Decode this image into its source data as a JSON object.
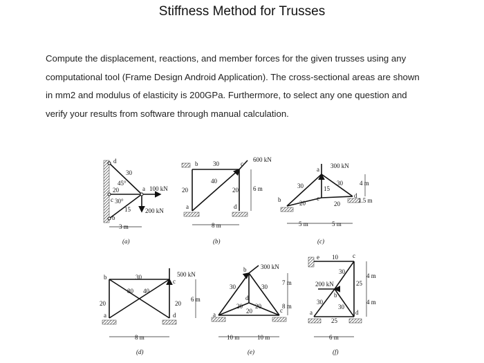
{
  "title": "Stiffness Method for Trusses",
  "paragraph_lines": [
    "Compute the displacement, reactions, and member forces for the given trusses using any",
    "computational tool (Frame Design Android Application). The cross-sectional areas are shown",
    "in mm2 and modulus of elasticity is 200GPa. Furthermore, to select any one question and",
    "verify your results from software through manual calculation."
  ],
  "figures": {
    "a": {
      "caption": "(a)",
      "labels": [
        "d",
        "30",
        "45°",
        "20",
        "a",
        "100 kN",
        "c",
        "30°",
        "15",
        "b",
        "200 kN",
        "3 m"
      ]
    },
    "b": {
      "caption": "(b)",
      "labels": [
        "b",
        "30",
        "c",
        "600 kN",
        "40",
        "20",
        "20",
        "6 m",
        "a",
        "d",
        "8 m"
      ]
    },
    "c": {
      "caption": "(c)",
      "labels": [
        "a",
        "300 kN",
        "30",
        "15",
        "30",
        "4 m",
        "b",
        "20",
        "c",
        "20",
        "d",
        "1.5 m",
        "5 m",
        "5 m"
      ]
    },
    "d": {
      "caption": "(d)",
      "labels": [
        "b",
        "30",
        "500 kN",
        "c",
        "80",
        "40",
        "20",
        "20",
        "6 m",
        "a",
        "d",
        "8 m"
      ]
    },
    "e": {
      "caption": "(e)",
      "labels": [
        "b",
        "300 kN",
        "30",
        "30",
        "7 m",
        "d",
        "20",
        "20",
        "20",
        "8 m",
        "a",
        "c",
        "10 m",
        "10 m"
      ]
    },
    "f": {
      "caption": "(f)",
      "labels": [
        "e",
        "10",
        "c",
        "30",
        "4 m",
        "200 kN",
        "25",
        "b",
        "30",
        "30",
        "4 m",
        "a",
        "25",
        "d",
        "6 m"
      ]
    }
  }
}
